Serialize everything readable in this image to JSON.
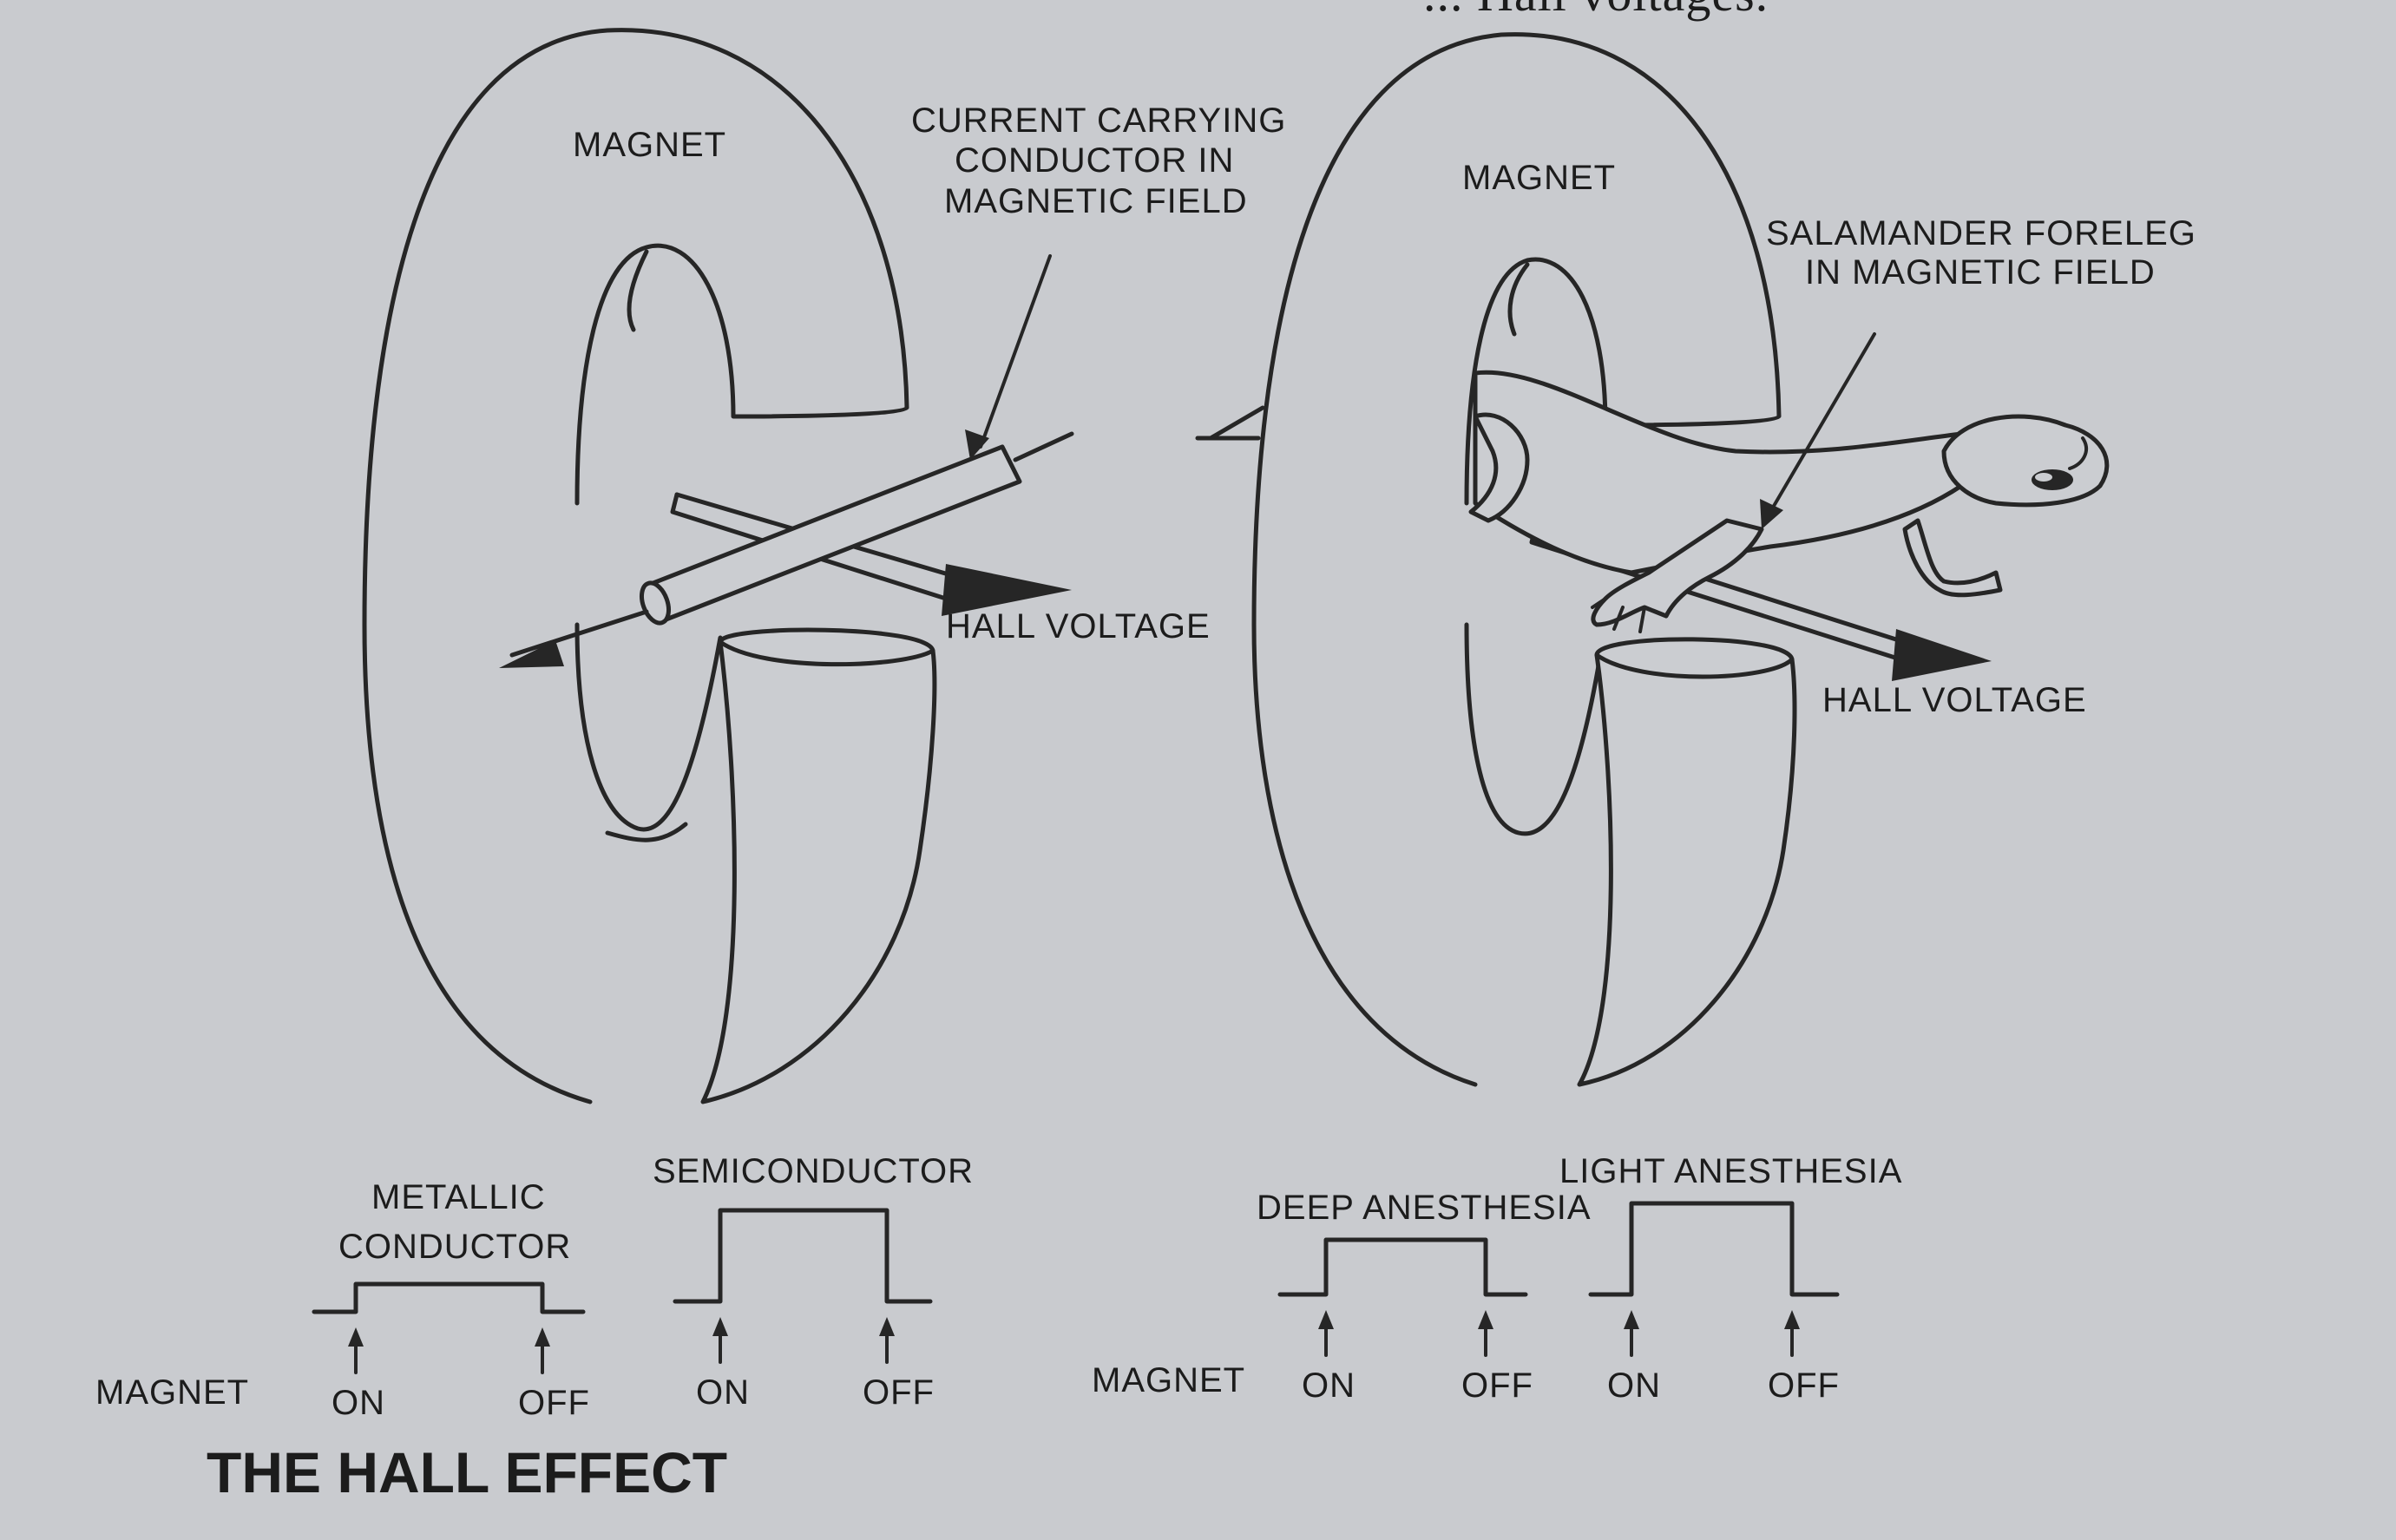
{
  "header_fragment": "... Hall voltages.",
  "left_panel": {
    "magnet_label": "MAGNET",
    "conductor_label": [
      "CURRENT CARRYING",
      "CONDUCTOR IN",
      "MAGNETIC FIELD"
    ],
    "hall_voltage_label": "HALL VOLTAGE"
  },
  "right_panel": {
    "magnet_label": "MAGNET",
    "foreleg_label": [
      "SALAMANDER FORELEG",
      "IN MAGNETIC FIELD"
    ],
    "hall_voltage_label": "HALL VOLTAGE"
  },
  "left_traces": {
    "magnet_row_label": "MAGNET",
    "traces": [
      {
        "label": [
          "METALLIC",
          "CONDUCTOR"
        ],
        "on": "ON",
        "off": "OFF",
        "relative_amplitude": 0.3
      },
      {
        "label": [
          "SEMICONDUCTOR"
        ],
        "on": "ON",
        "off": "OFF",
        "relative_amplitude": 1.0
      }
    ]
  },
  "right_traces": {
    "magnet_row_label": "MAGNET",
    "traces": [
      {
        "label": [
          "DEEP ANESTHESIA"
        ],
        "on": "ON",
        "off": "OFF",
        "relative_amplitude": 0.6
      },
      {
        "label": [
          "LIGHT ANESTHESIA"
        ],
        "on": "ON",
        "off": "OFF",
        "relative_amplitude": 1.0
      }
    ]
  },
  "caption": "THE HALL EFFECT"
}
